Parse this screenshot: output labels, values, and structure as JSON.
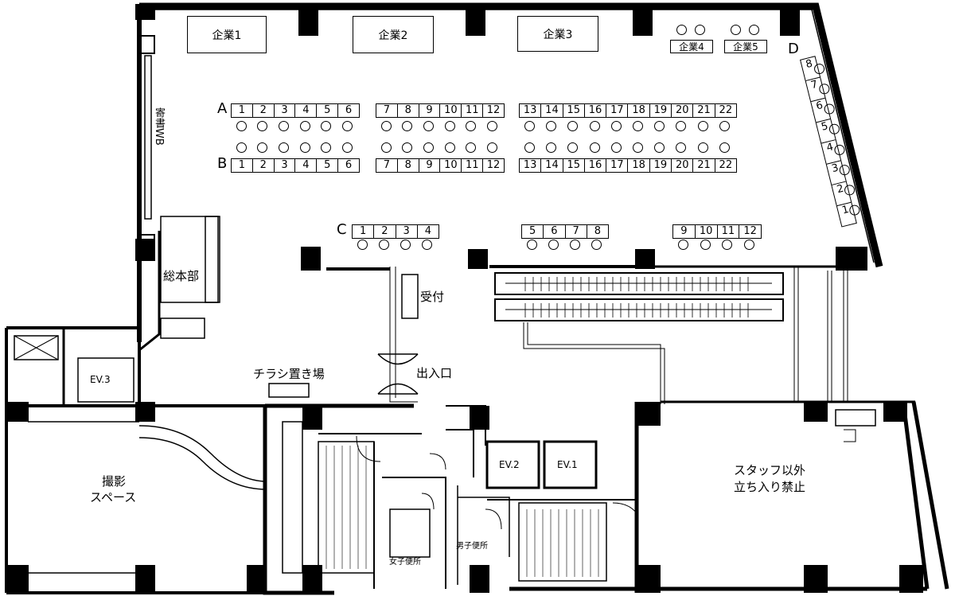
{
  "companies": [
    "企業1",
    "企業2",
    "企業3",
    "企業4",
    "企業5"
  ],
  "row_labels": {
    "a": "A",
    "b": "B",
    "c": "C",
    "d": "D"
  },
  "row_a": {
    "g1": [
      "1",
      "2",
      "3",
      "4",
      "5",
      "6"
    ],
    "g2": [
      "7",
      "8",
      "9",
      "10",
      "11",
      "12"
    ],
    "g3": [
      "13",
      "14",
      "15",
      "16",
      "17",
      "18",
      "19",
      "20",
      "21",
      "22"
    ]
  },
  "row_b": {
    "g1": [
      "1",
      "2",
      "3",
      "4",
      "5",
      "6"
    ],
    "g2": [
      "7",
      "8",
      "9",
      "10",
      "11",
      "12"
    ],
    "g3": [
      "13",
      "14",
      "15",
      "16",
      "17",
      "18",
      "19",
      "20",
      "21",
      "22"
    ]
  },
  "row_c": {
    "g1": [
      "1",
      "2",
      "3",
      "4"
    ],
    "g2": [
      "5",
      "6",
      "7",
      "8"
    ],
    "g3": [
      "9",
      "10",
      "11",
      "12"
    ]
  },
  "row_d": [
    "8",
    "7",
    "6",
    "5",
    "4",
    "3",
    "2",
    "1"
  ],
  "rooms": {
    "wb": "寄書WB",
    "hq": "総本部",
    "reception": "受付",
    "entrance": "出入口",
    "flyers": "チラシ置き場",
    "ev3": "EV.3",
    "ev2": "EV.2",
    "ev1": "EV.1",
    "photo_line1": "撮影",
    "photo_line2": "スペース",
    "staff_line1": "スタッフ以外",
    "staff_line2": "立ち入り禁止",
    "mens_wc": "男子便所",
    "womens_wc": "女子便所"
  }
}
